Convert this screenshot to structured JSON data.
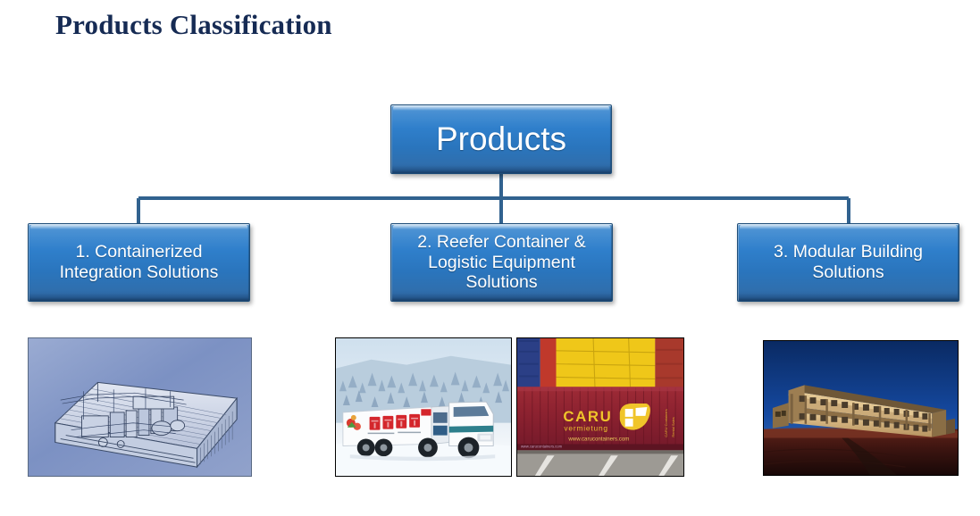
{
  "slide": {
    "title": "Products Classification",
    "title_color": "#162b54",
    "background_color": "#ffffff"
  },
  "theme": {
    "node_fill_light": "#6aa5da",
    "node_fill_mid": "#2a75bd",
    "node_fill_dark": "#2a5d95",
    "node_border": "#1f4e79",
    "node_text_color": "#ffffff",
    "connector_color": "#31628f"
  },
  "chart": {
    "type": "org-chart",
    "root": {
      "id": "products",
      "label": "Products"
    },
    "children": [
      {
        "id": "containerized",
        "number": "1.",
        "label": "1. Containerized Integration Solutions",
        "lines": [
          "1. Containerized",
          "Integration Solutions"
        ]
      },
      {
        "id": "reefer",
        "number": "2.",
        "label": "2. Reefer Container & Logistic Equipment Solutions",
        "lines": [
          "2. Reefer Container &",
          "Logistic Equipment",
          "Solutions"
        ]
      },
      {
        "id": "modular",
        "number": "3.",
        "label": "3. Modular Building Solutions",
        "lines": [
          "3. Modular Building",
          "Solutions"
        ]
      }
    ]
  },
  "photos": [
    {
      "id": "containerized",
      "name": "containerized-integration-unit-cad",
      "caption": "CAD wireframe of a containerized integration / power generation unit",
      "background": "#7e93c4"
    },
    {
      "id": "truck",
      "name": "refrigerated-truck-in-snow",
      "caption": "White refrigerated transport truck on a snowy road",
      "background": "#dfe7f0"
    },
    {
      "id": "caru",
      "name": "caru-shipping-container",
      "caption": "Dark red CARU shipping container in a container yard",
      "logo_text": "CARU",
      "logo_subtext": "vermietung",
      "logo_url": "www.carucontainers.com",
      "background": "#8e2230"
    },
    {
      "id": "modular",
      "name": "modular-building-camp",
      "caption": "Two storey modular building accommodation camp at dusk",
      "background": "#123a78"
    }
  ]
}
